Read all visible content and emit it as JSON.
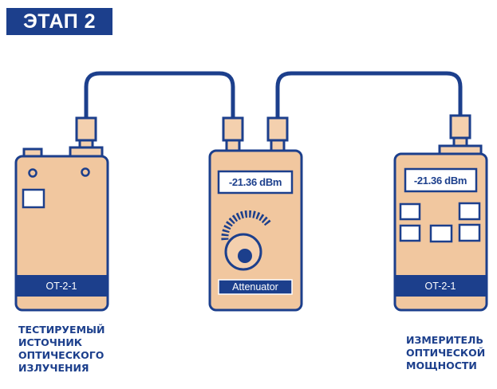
{
  "stage": {
    "title": "ЭТАП 2"
  },
  "colors": {
    "navy": "#1c3f8c",
    "device_body": "#f1c79f",
    "connector": "#f4d0ae",
    "display_bg": "#ffffff"
  },
  "devices": {
    "source": {
      "model_label": "OT-2-1"
    },
    "attenuator": {
      "display_value": "-21.36 dBm",
      "name_label": "Attenuator",
      "knob_icon": "dial-knob-icon"
    },
    "meter": {
      "display_value": "-21.36 dBm",
      "model_label": "OT-2-1"
    }
  },
  "captions": {
    "source": [
      "ТЕСТИРУЕМЫЙ",
      "ИСТОЧНИК",
      "ОПТИЧЕСКОГО",
      "ИЗЛУЧЕНИЯ"
    ],
    "meter": [
      "ИЗМЕРИТЕЛЬ",
      "ОПТИЧЕСКОЙ",
      "МОЩНОСТИ"
    ]
  }
}
